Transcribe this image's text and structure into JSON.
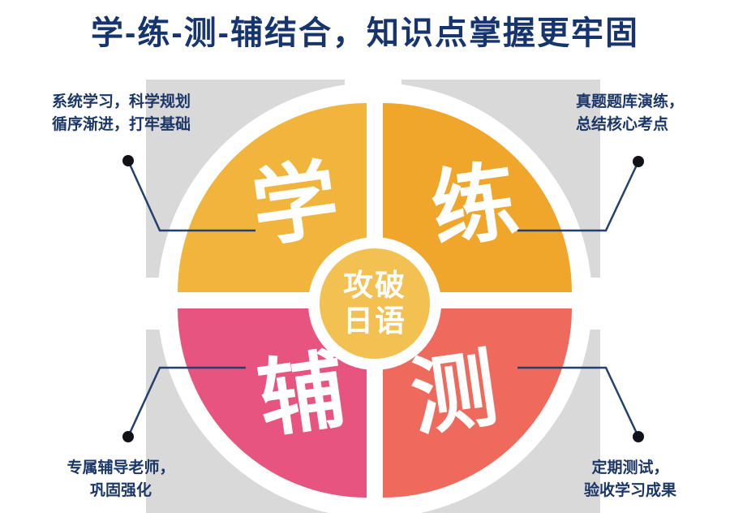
{
  "title": "学-练-测-辅结合，知识点掌握更牢固",
  "center_badge": {
    "line1": "攻破",
    "line2": "日语"
  },
  "quadrants": {
    "top_left": {
      "label": "学"
    },
    "top_right": {
      "label": "练"
    },
    "bottom_left": {
      "label": "辅"
    },
    "bottom_right": {
      "label": "测"
    }
  },
  "annotations": {
    "top_left": {
      "line1": "系统学习，科学规划",
      "line2": "循序渐进，打牢基础"
    },
    "top_right": {
      "line1": "真题题库演练，",
      "line2": "总结核心考点"
    },
    "bottom_left": {
      "line1": "专属辅导老师，",
      "line2": "巩固强化"
    },
    "bottom_right": {
      "line1": "定期测试，",
      "line2": "验收学习成果"
    }
  },
  "colors": {
    "title_navy": "#16356e",
    "annotation_navy": "#1b3768",
    "grey_block": "#d9d9d9",
    "quadrant_learn_yellow": "#f1b53e",
    "quadrant_practice_orange": "#f0a52b",
    "quadrant_tutor_pink": "#e85480",
    "quadrant_test_coral": "#ee6a5c",
    "center_badge_gold": "#f3c052",
    "connector_line": "#23406e",
    "connector_dot": "#111118"
  }
}
